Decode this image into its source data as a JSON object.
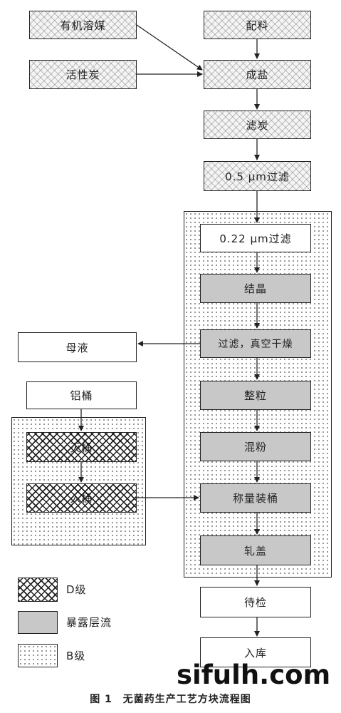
{
  "nodes": {
    "organic_solvent": "有机溶媒",
    "activated_carbon": "活性炭",
    "batching": "配料",
    "salt_forming": "成盐",
    "carbon_filtration": "滤炭",
    "filter_0_5": "0.5 μm过滤",
    "filter_0_22": "0.22 μm过滤",
    "crystallization": "结晶",
    "filter_vacuum_dry": "过滤，真空干燥",
    "granulation": "整粒",
    "powder_mixing": "混粉",
    "weighing_barreling": "称量装桶",
    "capping": "轧盖",
    "pending_inspection": "待检",
    "warehousing": "入库",
    "mother_liquor": "母液",
    "aluminum_barrel": "铝桶",
    "barrel_sterilization": "灭桶",
    "barrel_entry": "入桶"
  },
  "legend": {
    "d_grade": "D级",
    "laminar_flow": "暴露层流",
    "b_grade": "B级"
  },
  "caption": "图 1　无菌药生产工艺方块流程图",
  "watermark": "sifulh.com"
}
